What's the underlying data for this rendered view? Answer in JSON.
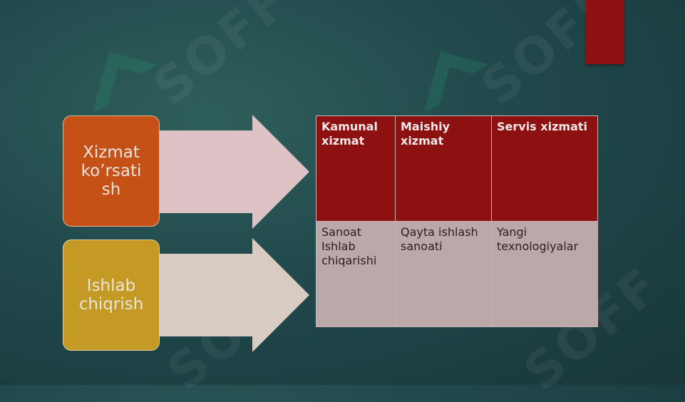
{
  "slide": {
    "left_boxes": [
      {
        "label": "Xizmat ko’rsati sh",
        "color": "#c55116"
      },
      {
        "label": "Ishlab chiqrish",
        "color": "#c49a24"
      }
    ],
    "table": {
      "header": [
        "Kamunal xizmat",
        "Maishiy xizmat",
        "Servis xizmati"
      ],
      "row": [
        "Sanoat Ishlab chiqarishi",
        "Qayta ishlash sanoati",
        "Yangi texnologiyalar"
      ]
    },
    "watermark": "SOFF",
    "colors": {
      "accent": "#8e1111",
      "arrow": "#e3c8c8",
      "cell": "#bba9a9"
    }
  }
}
